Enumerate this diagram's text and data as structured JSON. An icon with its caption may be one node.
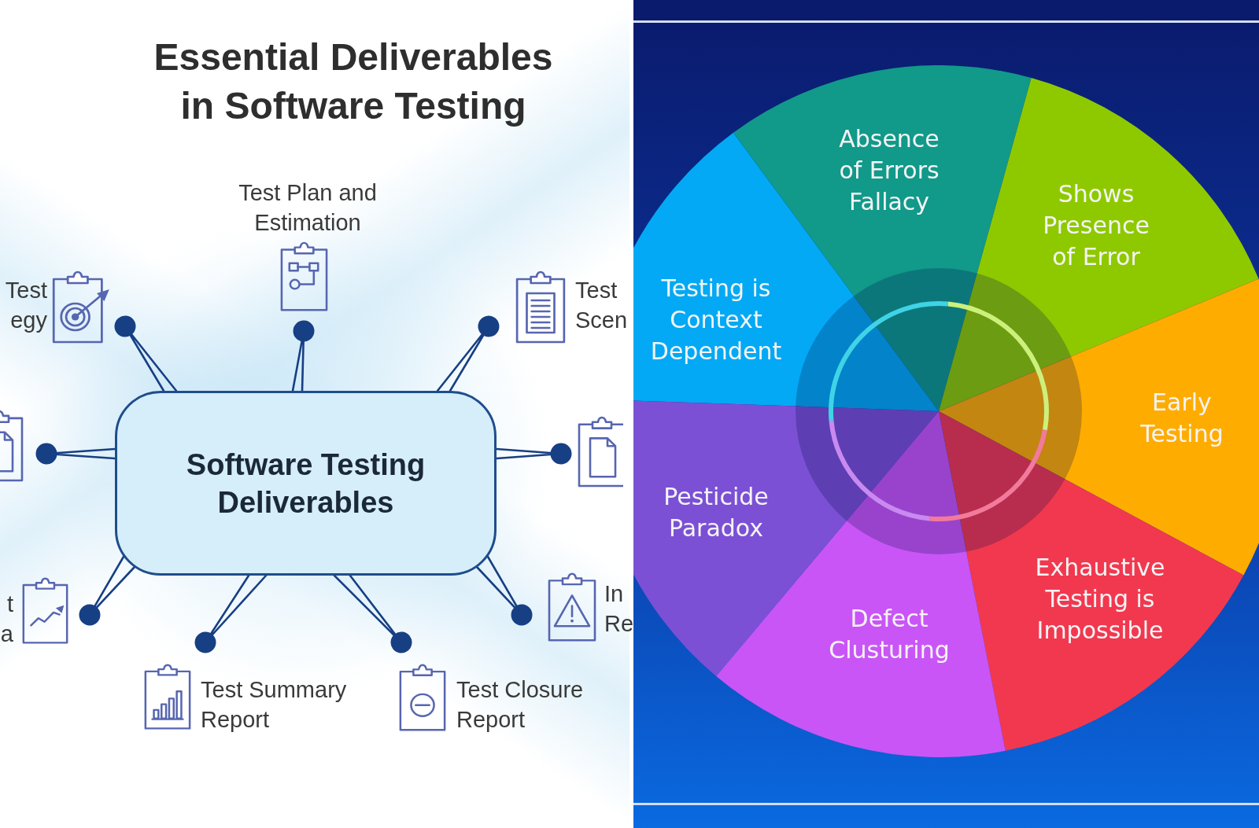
{
  "diagram": {
    "title": "Essential Deliverables in Software Testing",
    "nodes": [
      {
        "text": [
          "Test Plan and Estimation"
        ]
      },
      {
        "text": [
          "Test egy"
        ]
      },
      {
        "text": [
          "Test Scen"
        ]
      },
      {
        "text": [],
        "shape": "picture"
      },
      {
        "text": [
          "Software Testing Deliverables"
        ]
      },
      {
        "text": [],
        "shape": "picture"
      },
      {
        "text": [
          "t a"
        ]
      },
      {
        "text": [
          "In Re"
        ]
      },
      {
        "text": [
          "Test Summary Report"
        ]
      },
      {
        "text": [
          "Test Closure Report"
        ]
      },
      {
        "text": [
          "Absence of Errors Fallacy"
        ]
      },
      {
        "text": [
          "Shows Presence of Error"
        ]
      },
      {
        "text": [
          "Testing is Context Dependent"
        ]
      },
      {
        "text": [
          "Early Testing"
        ]
      },
      {
        "text": [
          "Pesticide Paradox"
        ]
      },
      {
        "text": [
          "Exhaustive Testing is Impossible"
        ]
      },
      {
        "text": [
          "Defect Clusturing"
        ]
      }
    ],
    "edges": [
      {
        "from": 4,
        "to": 0,
        "arrow": "other"
      },
      {
        "from": 4,
        "to": 1,
        "arrow": "other"
      },
      {
        "from": 4,
        "to": 2,
        "arrow": "other"
      },
      {
        "from": 4,
        "to": 3,
        "arrow": "other"
      },
      {
        "from": 4,
        "to": 5,
        "arrow": "other"
      },
      {
        "from": 4,
        "to": 6,
        "arrow": "other"
      },
      {
        "from": 4,
        "to": 7,
        "arrow": "other"
      },
      {
        "from": 4,
        "to": 8,
        "arrow": "other"
      },
      {
        "from": 4,
        "to": 9,
        "arrow": "other"
      }
    ]
  }
}
